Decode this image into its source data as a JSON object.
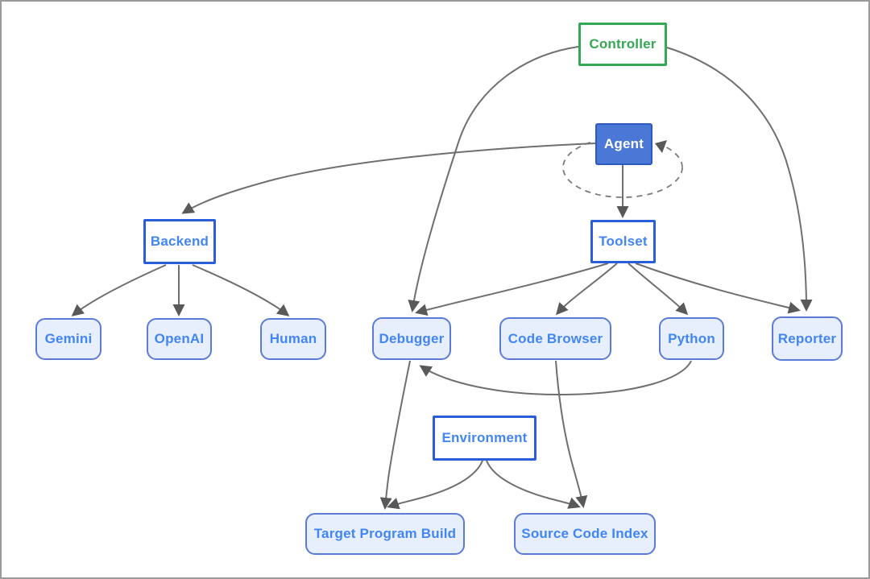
{
  "diagram": {
    "nodes": {
      "controller": {
        "label": "Controller",
        "type": "rect-green"
      },
      "agent": {
        "label": "Agent",
        "type": "rect-filled-blue"
      },
      "backend": {
        "label": "Backend",
        "type": "rect-blue"
      },
      "toolset": {
        "label": "Toolset",
        "type": "rect-blue"
      },
      "environment": {
        "label": "Environment",
        "type": "rect-blue"
      },
      "gemini": {
        "label": "Gemini",
        "type": "rounded-leaf"
      },
      "openai": {
        "label": "OpenAI",
        "type": "rounded-leaf"
      },
      "human": {
        "label": "Human",
        "type": "rounded-leaf"
      },
      "debugger": {
        "label": "Debugger",
        "type": "rounded-leaf"
      },
      "code_browser": {
        "label": "Code Browser",
        "type": "rounded-leaf"
      },
      "python": {
        "label": "Python",
        "type": "rounded-leaf"
      },
      "reporter": {
        "label": "Reporter",
        "type": "rounded-leaf"
      },
      "target_program_build": {
        "label": "Target Program Build",
        "type": "rounded-leaf"
      },
      "source_code_index": {
        "label": "Source Code Index",
        "type": "rounded-leaf"
      }
    },
    "edges": [
      {
        "from": "controller",
        "to": "debugger",
        "style": "solid"
      },
      {
        "from": "controller",
        "to": "reporter",
        "style": "solid"
      },
      {
        "from": "agent",
        "to": "backend",
        "style": "solid"
      },
      {
        "from": "agent",
        "to": "toolset",
        "style": "solid"
      },
      {
        "from": "agent",
        "to": "agent",
        "style": "dashed-self-loop"
      },
      {
        "from": "backend",
        "to": "gemini",
        "style": "solid"
      },
      {
        "from": "backend",
        "to": "openai",
        "style": "solid"
      },
      {
        "from": "backend",
        "to": "human",
        "style": "solid"
      },
      {
        "from": "toolset",
        "to": "debugger",
        "style": "solid"
      },
      {
        "from": "toolset",
        "to": "code_browser",
        "style": "solid"
      },
      {
        "from": "toolset",
        "to": "python",
        "style": "solid"
      },
      {
        "from": "toolset",
        "to": "reporter",
        "style": "solid"
      },
      {
        "from": "python",
        "to": "debugger",
        "style": "solid"
      },
      {
        "from": "debugger",
        "to": "target_program_build",
        "style": "solid"
      },
      {
        "from": "environment",
        "to": "target_program_build",
        "style": "solid"
      },
      {
        "from": "environment",
        "to": "source_code_index",
        "style": "solid"
      },
      {
        "from": "code_browser",
        "to": "source_code_index",
        "style": "solid"
      }
    ],
    "colors": {
      "green_accent": "#34a853",
      "blue_text": "#4285f4",
      "rect_border_blue": "#2a5ed9",
      "agent_fill": "#4b78d7",
      "agent_border": "#2c5bbe",
      "leaf_fill": "#e8effc",
      "leaf_border": "#5a7bd8",
      "edge_gray": "#6f6f6f",
      "frame_gray": "#9a9a9a"
    }
  }
}
